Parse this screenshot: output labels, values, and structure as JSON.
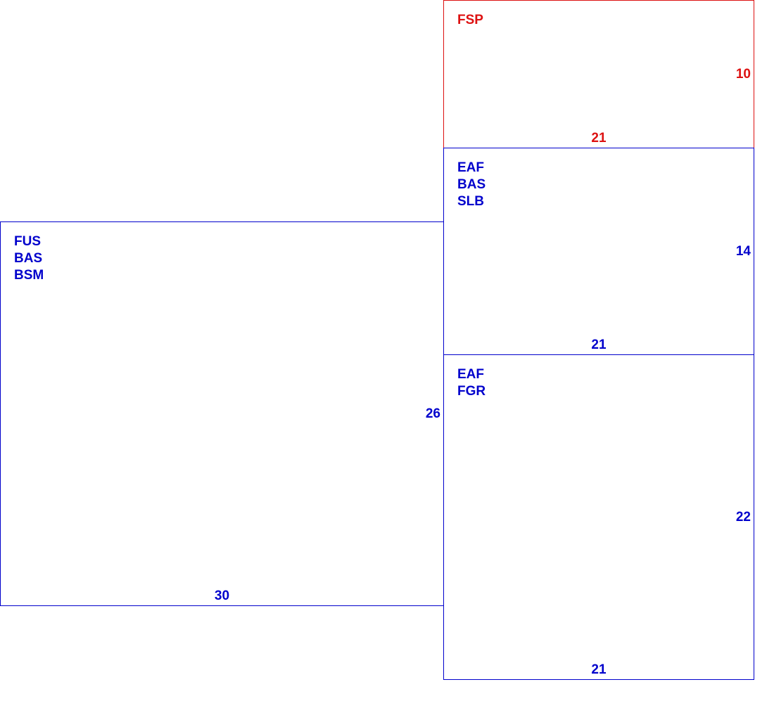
{
  "colors": {
    "outline": "#0000cc",
    "highlight": "#dd1111",
    "background": "#ffffff"
  },
  "rooms": [
    {
      "codes": [
        "FSP"
      ],
      "width": "21",
      "height": "10",
      "highlighted": true
    },
    {
      "codes": [
        "EAF",
        "BAS",
        "SLB"
      ],
      "width": "21",
      "height": "14",
      "highlighted": false
    },
    {
      "codes": [
        "FUS",
        "BAS",
        "BSM"
      ],
      "width": "30",
      "height": "26",
      "highlighted": false
    },
    {
      "codes": [
        "EAF",
        "FGR"
      ],
      "width": "21",
      "height": "22",
      "highlighted": false
    }
  ]
}
